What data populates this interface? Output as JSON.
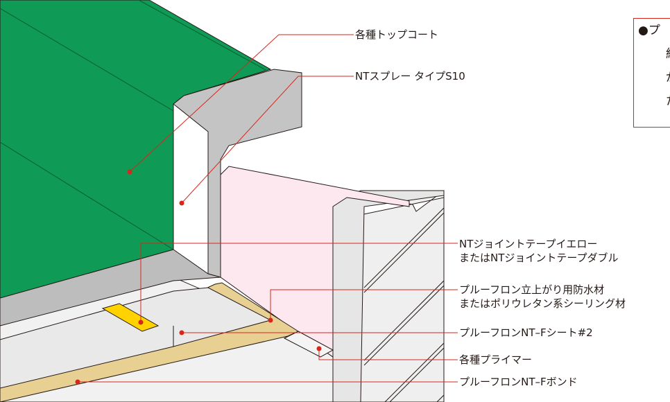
{
  "labels": {
    "top_coat": "各種トップコート",
    "spray": "NTスプレー タイプS10",
    "joint_tape_line1": "NTジョイントテープイエロー",
    "joint_tape_line2": "またはNTジョイントテープダブル",
    "upright_line1": "プルーフロン立上がり用防水材",
    "upright_line2": "またはポリウレタン系シーリング材",
    "sheet": "プルーフロンNT–Fシート#2",
    "primer": "各種プライマー",
    "bond": "プルーフロンNT–Fボンド"
  },
  "note": {
    "line1": "●プ",
    "line2": "絹",
    "line3": "が",
    "line4": "た"
  },
  "colors": {
    "green_topcoat": "#0f9a55",
    "gray_spray": "#bfbfbf",
    "pink_wall": "#fde8ef",
    "yellow_tape": "#ffd200",
    "tan_bond": "#e8cf92",
    "leader_red": "#d9261c",
    "outline": "#231815"
  }
}
